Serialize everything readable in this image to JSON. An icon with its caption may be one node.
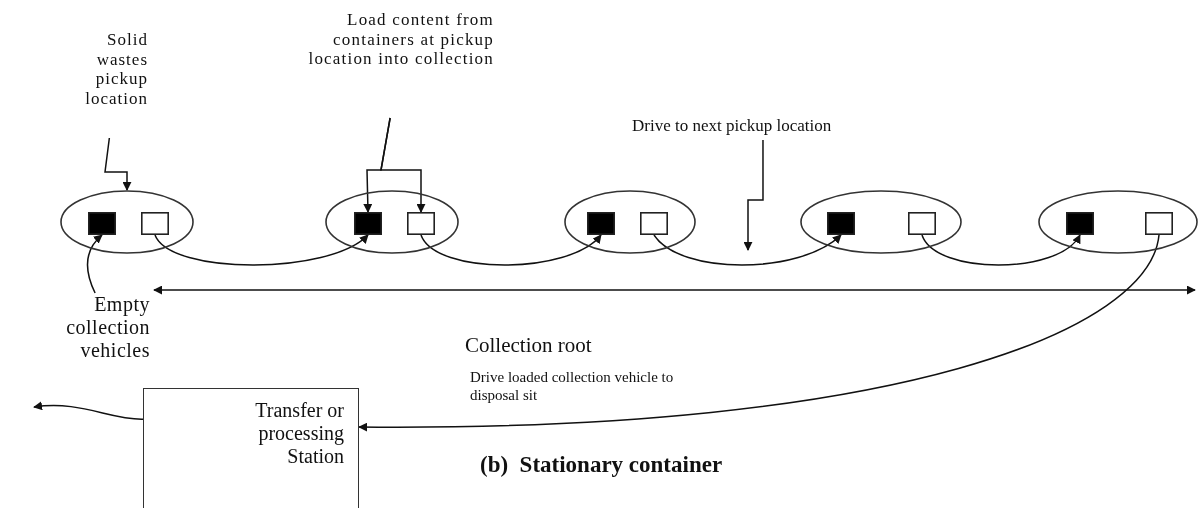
{
  "diagram": {
    "caption": "(b)  Stationary container",
    "nodes": [
      {
        "text": [
          "Solid wastes pickup location"
        ]
      },
      {
        "text": [
          "Load content from containers at pickup location into collection"
        ]
      },
      {
        "text": [
          "Drive to next pickup location"
        ]
      },
      {
        "text": [],
        "shape": "ellipse"
      },
      {
        "text": [],
        "shape": "box",
        "in": 3
      },
      {
        "text": [],
        "shape": "box",
        "in": 3
      },
      {
        "text": [],
        "shape": "ellipse"
      },
      {
        "text": [],
        "shape": "box",
        "in": 6
      },
      {
        "text": [],
        "shape": "box",
        "in": 6
      },
      {
        "text": [],
        "shape": "ellipse"
      },
      {
        "text": [],
        "shape": "box",
        "in": 9
      },
      {
        "text": [],
        "shape": "box",
        "in": 9
      },
      {
        "text": [],
        "shape": "ellipse"
      },
      {
        "text": [],
        "shape": "box",
        "in": 12
      },
      {
        "text": [],
        "shape": "box",
        "in": 12
      },
      {
        "text": [],
        "shape": "ellipse"
      },
      {
        "text": [],
        "shape": "box",
        "in": 15
      },
      {
        "text": [],
        "shape": "box",
        "in": 15
      },
      {
        "text": [
          "Empty collection vehicles"
        ]
      },
      {
        "text": [
          "Transfer or processing Station"
        ]
      }
    ],
    "edges": [
      {
        "from": 0,
        "to": 3,
        "arrow": "to"
      },
      {
        "from": 1,
        "to": 7,
        "arrow": "to"
      },
      {
        "from": 1,
        "to": 8,
        "arrow": "to"
      },
      {
        "from": 2,
        "to": null,
        "arrow": "to"
      },
      {
        "from": 18,
        "to": 4,
        "arrow": "to"
      },
      {
        "from": 5,
        "to": 7,
        "arrow": "to"
      },
      {
        "from": 8,
        "to": 10,
        "arrow": "to"
      },
      {
        "from": 11,
        "to": 13,
        "arrow": "to"
      },
      {
        "from": 14,
        "to": 16,
        "arrow": "to"
      },
      {
        "from": 17,
        "to": 19,
        "arrow": "to",
        "label": "Drive loaded collection vehicle to disposal sit"
      },
      {
        "from": 19,
        "to": null,
        "arrow": "to"
      }
    ],
    "labels": [
      "Collection root"
    ]
  }
}
